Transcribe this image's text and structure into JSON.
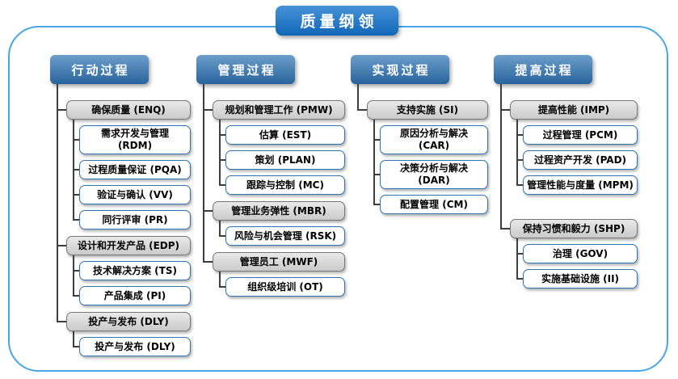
{
  "title": "质量纲领",
  "colors": {
    "line": "#3d3d3d",
    "header_blue": "#2E74B5",
    "title_blue": "#1373CD",
    "frame_blue": "#47A7E6",
    "leaf_border": "#2E74B5",
    "group_gray": "#d7d7d7"
  },
  "columns": [
    {
      "header": "行动过程",
      "groups": [
        {
          "label": "确保质量 (ENQ)",
          "children": [
            "需求开发与管理 (RDM)",
            "过程质量保证 (PQA)",
            "验证与确认 (VV)",
            "同行评审 (PR)"
          ]
        },
        {
          "label": "设计和开发产品 (EDP)",
          "children": [
            "技术解决方案 (TS)",
            "产品集成 (PI)"
          ]
        },
        {
          "label": "投产与发布 (DLY)",
          "children": [
            "投产与发布 (DLY)"
          ]
        }
      ]
    },
    {
      "header": "管理过程",
      "groups": [
        {
          "label": "规划和管理工作 (PMW)",
          "children": [
            "估算 (EST)",
            "策划 (PLAN)",
            "跟踪与控制 (MC)"
          ]
        },
        {
          "label": "管理业务弹性 (MBR)",
          "children": [
            "风险与机会管理 (RSK)"
          ]
        },
        {
          "label": "管理员工 (MWF)",
          "children": [
            "组织级培训 (OT)"
          ]
        }
      ]
    },
    {
      "header": "实现过程",
      "groups": [
        {
          "label": "支持实施 (SI)",
          "children": [
            "原因分析与解决 (CAR)",
            "决策分析与解决 (DAR)",
            "配置管理 (CM)"
          ]
        }
      ]
    },
    {
      "header": "提高过程",
      "groups": [
        {
          "label": "提高性能 (IMP)",
          "children": [
            "过程管理 (PCM)",
            "过程资产开发 (PAD)",
            "管理性能与度量 (MPM)"
          ]
        },
        {
          "label": "保持习惯和毅力 (SHP)",
          "children": [
            "治理 (GOV)",
            "实施基础设施 (II)"
          ]
        }
      ]
    }
  ]
}
